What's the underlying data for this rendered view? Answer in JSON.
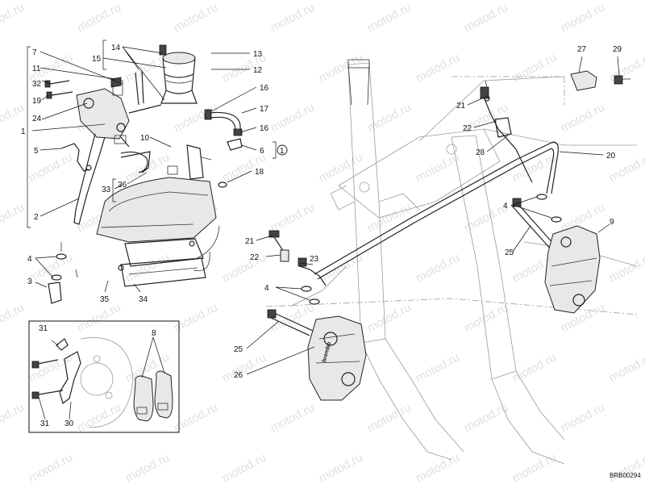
{
  "diagram": {
    "drawing_code": "BRB00294",
    "watermark_text": "motod.ru",
    "callouts": [
      {
        "id": "c1",
        "text": "7"
      },
      {
        "id": "c2",
        "text": "11"
      },
      {
        "id": "c3",
        "text": "32"
      },
      {
        "id": "c4",
        "text": "19"
      },
      {
        "id": "c5",
        "text": "24"
      },
      {
        "id": "c6",
        "text": "1"
      },
      {
        "id": "c7",
        "text": "5"
      },
      {
        "id": "c8",
        "text": "2"
      },
      {
        "id": "c9",
        "text": "14"
      },
      {
        "id": "c10",
        "text": "15"
      },
      {
        "id": "c11",
        "text": "13"
      },
      {
        "id": "c12",
        "text": "12"
      },
      {
        "id": "c13",
        "text": "16"
      },
      {
        "id": "c14",
        "text": "17"
      },
      {
        "id": "c15",
        "text": "16"
      },
      {
        "id": "c16",
        "text": "10"
      },
      {
        "id": "c17",
        "text": "6"
      },
      {
        "id": "c18",
        "text": "1"
      },
      {
        "id": "c19",
        "text": "18"
      },
      {
        "id": "c20",
        "text": "33"
      },
      {
        "id": "c21",
        "text": "36"
      },
      {
        "id": "c22",
        "text": "4"
      },
      {
        "id": "c23",
        "text": "3"
      },
      {
        "id": "c24",
        "text": "35"
      },
      {
        "id": "c25",
        "text": "34"
      },
      {
        "id": "c26",
        "text": "21"
      },
      {
        "id": "c27",
        "text": "22"
      },
      {
        "id": "c28",
        "text": "23"
      },
      {
        "id": "c29",
        "text": "4"
      },
      {
        "id": "c30",
        "text": "25"
      },
      {
        "id": "c31",
        "text": "26"
      },
      {
        "id": "c32",
        "text": "27"
      },
      {
        "id": "c33",
        "text": "29"
      },
      {
        "id": "c34",
        "text": "21"
      },
      {
        "id": "c35",
        "text": "22"
      },
      {
        "id": "c36",
        "text": "28"
      },
      {
        "id": "c37",
        "text": "20"
      },
      {
        "id": "c38",
        "text": "4"
      },
      {
        "id": "c39",
        "text": "9"
      },
      {
        "id": "c40",
        "text": "25"
      },
      {
        "id": "c41",
        "text": "31"
      },
      {
        "id": "c42",
        "text": "8"
      },
      {
        "id": "c43",
        "text": "31"
      },
      {
        "id": "c44",
        "text": "30"
      }
    ]
  }
}
